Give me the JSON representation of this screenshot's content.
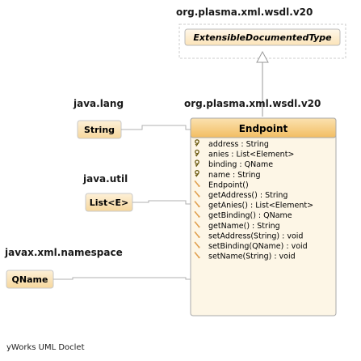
{
  "packages": {
    "top": "org.plasma.xml.wsdl.v20",
    "java_lang": "java.lang",
    "java_util": "java.util",
    "javax_xml_namespace": "javax.xml.namespace",
    "main": "org.plasma.xml.wsdl.v20"
  },
  "supertype": {
    "name": "ExtensibleDocumentedType"
  },
  "type_refs": {
    "string": "String",
    "list": "List<E>",
    "qname": "QName"
  },
  "class": {
    "name": "Endpoint",
    "fields": [
      {
        "text": "address : String",
        "icon": "field-key-icon"
      },
      {
        "text": "anies : List<Element>",
        "icon": "field-key-icon"
      },
      {
        "text": "binding : QName",
        "icon": "field-key-icon"
      },
      {
        "text": "name : String",
        "icon": "field-key-icon"
      }
    ],
    "methods": [
      {
        "text": "Endpoint()",
        "icon": "method-icon"
      },
      {
        "text": "getAddress() : String",
        "icon": "method-icon"
      },
      {
        "text": "getAnies() : List<Element>",
        "icon": "method-icon"
      },
      {
        "text": "getBinding() : QName",
        "icon": "method-icon"
      },
      {
        "text": "getName() : String",
        "icon": "method-icon"
      },
      {
        "text": "setAddress(String) : void",
        "icon": "method-icon"
      },
      {
        "text": "setBinding(QName) : void",
        "icon": "method-icon"
      },
      {
        "text": "setName(String) : void",
        "icon": "method-icon"
      }
    ]
  },
  "footer": "yWorks UML Doclet",
  "colors": {
    "class_header": "#f4c77a",
    "class_body": "#fdf6e6",
    "supertype_fill": "#fdf0d8",
    "type_ref_fill": "#f9dfb0",
    "border": "#a9a9a9",
    "connector": "#b0b0b0",
    "field_icon": "#6b5a10",
    "method_icon": "#e0a050"
  }
}
